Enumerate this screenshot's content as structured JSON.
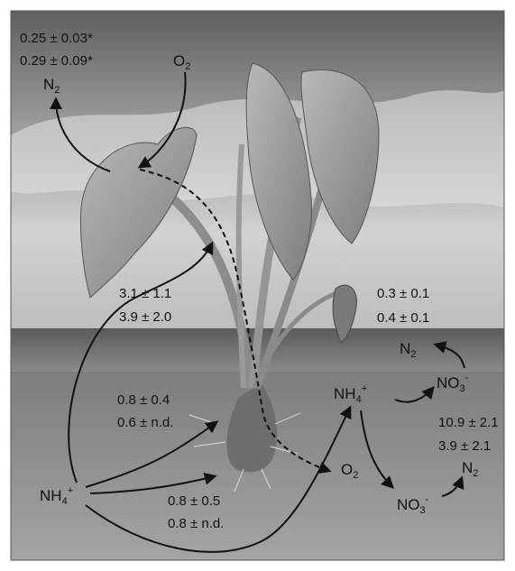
{
  "labels": {
    "atmosphere": {
      "flux_line1": "0.25 ± 0.03*",
      "flux_line2": "0.29 ± 0.09*",
      "n2": "N",
      "n2_sub": "2",
      "o2": "O",
      "o2_sub": "2"
    },
    "plant_uptake": {
      "flux_line1": "3.1 ± 1.1",
      "flux_line2": "3.9 ± 2.0"
    },
    "water_column": {
      "flux_line1": "0.3 ± 0.1",
      "flux_line2": "0.4 ± 0.1",
      "n2": "N",
      "n2_sub": "2",
      "nh4": "NH",
      "nh4_sub": "4",
      "nh4_sup": "+",
      "no3": "NO",
      "no3_sub": "3",
      "no3_sup": "-"
    },
    "root_uptake": {
      "flux_line1": "0.8 ± 0.4",
      "flux_line2": "0.6 ± n.d."
    },
    "radial_oxygen": {
      "o2": "O",
      "o2_sub": "2"
    },
    "sediment": {
      "nh4": "NH",
      "nh4_sub": "4",
      "nh4_sup": "+",
      "flux_line1": "0.8 ± 0.5",
      "flux_line2": "0.8 ± n.d.",
      "no3": "NO",
      "no3_sub": "3",
      "no3_sup": "-",
      "denit_line1": "10.9 ± 2.1",
      "denit_line2": "3.9  ± 2.1",
      "n2": "N",
      "n2_sub": "2"
    }
  },
  "colors": {
    "sky_top": "#6e6e6e",
    "sky_mid": "#c9c9c9",
    "water": "#7a7a7a",
    "sediment": "#8f8f8f",
    "leaf": "#9d9d9d",
    "arrow": "#111111"
  }
}
